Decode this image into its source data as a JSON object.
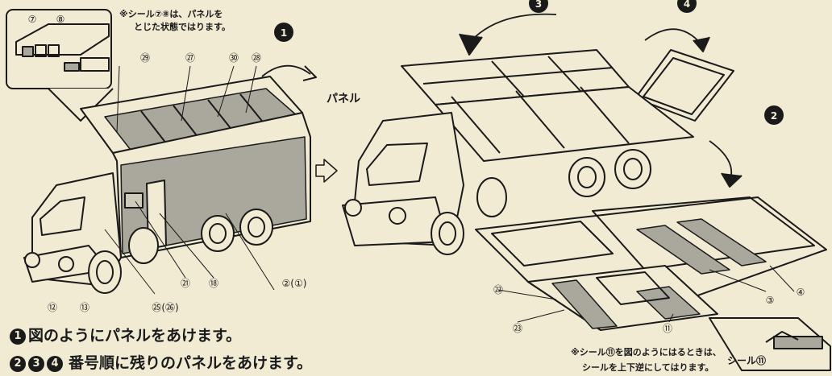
{
  "note_top": {
    "line1": "※シール⑦⑧は、パネルを",
    "line2": "とじた状態ではります。"
  },
  "panel_label": "パネル",
  "callouts_left": [
    "⑦",
    "⑧",
    "㉙",
    "㉗",
    "㉚",
    "㉘",
    "㉑",
    "⑱",
    "②(①)",
    "⑫",
    "⑬",
    "㉕(㉖)"
  ],
  "callouts_right": [
    "㉒",
    "㉓",
    "⑪",
    "③",
    "④"
  ],
  "step_markers": [
    "1",
    "2",
    "3",
    "4"
  ],
  "instructions": {
    "line1_text": "図のようにパネルをあけます。",
    "line2_text": "番号順に残りのパネルをあけます。"
  },
  "note_bottom": {
    "line1": "※シール⑪を図のようにはるときは、",
    "line2": "シールを上下逆にしてはります。"
  },
  "seal_label": "シール⑪",
  "colors": {
    "paper": "#f1ebd4",
    "ink": "#1a1a1a",
    "shade": "#aaa89c"
  }
}
